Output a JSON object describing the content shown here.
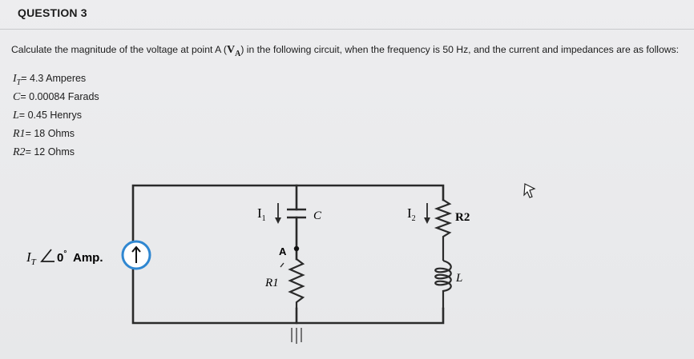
{
  "question": {
    "title": "QUESTION 3",
    "prompt_before": "Calculate the magnitude of the voltage at point A (",
    "prompt_va": "V",
    "prompt_va_sub": "A",
    "prompt_after": ") in the following circuit, when the frequency is 50 Hz, and the current and impedances are as follows:"
  },
  "givens": [
    {
      "symbol": "IT",
      "text": "= 4.3 Amperes"
    },
    {
      "symbol": "C",
      "text": "= 0.00084 Farads"
    },
    {
      "symbol": "L",
      "text": "= 0.45 Henrys"
    },
    {
      "symbol": "R1",
      "text": "= 18 Ohms"
    },
    {
      "symbol": "R2",
      "text": "= 12 Ohms"
    }
  ],
  "circuit": {
    "source_label_i": "I",
    "source_label_sub": "T",
    "source_angle": "0",
    "source_degree": "°",
    "source_unit": "Amp.",
    "branch1_current": "I",
    "branch1_current_sub": "1",
    "branch2_current": "I",
    "branch2_current_sub": "2",
    "capacitor_label": "C",
    "node_label": "A",
    "r1_label": "R1",
    "r2_label": "R2",
    "inductor_label": "L"
  }
}
